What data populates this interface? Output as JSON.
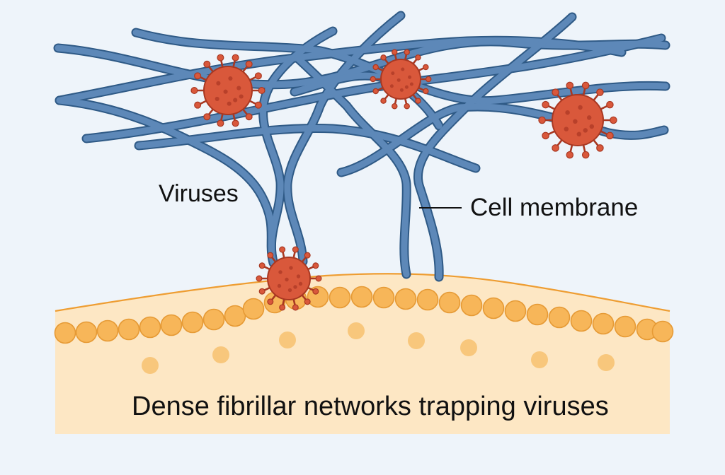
{
  "labels": {
    "viruses": "Viruses",
    "cell_membrane": "Cell membrane",
    "caption": "Dense fibrillar networks trapping viruses"
  },
  "colors": {
    "background": "#eef4fa",
    "fiber_outline": "#2f5a86",
    "fiber_fill": "#5d88b8",
    "virus_fill": "#d9583b",
    "virus_dark": "#a83822",
    "virus_dot": "#b8402a",
    "cell_fill": "#fde7c4",
    "bead_fill": "#f7b659",
    "bead_stroke": "#e69a35",
    "granule_fill": "#f8c77c",
    "membrane_line": "#ee9d32"
  }
}
